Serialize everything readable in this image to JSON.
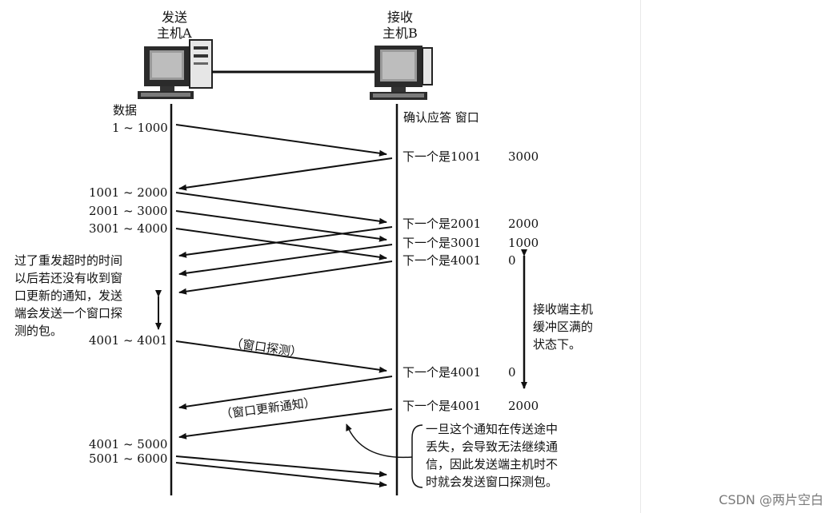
{
  "hosts": {
    "sender_l1": "发送",
    "sender_l2": "主机A",
    "receiver_l1": "接收",
    "receiver_l2": "主机B"
  },
  "left_header": "数据",
  "right_header": "确认应答 窗口",
  "segments": [
    "1 ~ 1000",
    "1001 ~ 2000",
    "2001 ~ 3000",
    "3001 ~ 4000",
    "4001 ~ 4001",
    "4001 ~ 5000",
    "5001 ~ 6000"
  ],
  "acks": [
    {
      "next": "下一个是1001",
      "window": "3000"
    },
    {
      "next": "下一个是2001",
      "window": "2000"
    },
    {
      "next": "下一个是3001",
      "window": "1000"
    },
    {
      "next": "下一个是4001",
      "window": "0"
    },
    {
      "next": "下一个是4001",
      "window": "0"
    },
    {
      "next": "下一个是4001",
      "window": "2000"
    }
  ],
  "left_note": "过了重发超时的时间\n以后若还没有收到窗\n口更新的通知，发送\n端会发送一个窗口探\n测的包。",
  "right_note": "接收端主机\n缓冲区满的\n状态下。",
  "bottom_note": "一旦这个通知在传送途中\n丢失，会导致无法继续通\n信，因此发送端主机时不\n时就会发送窗口探测包。",
  "probe_label": "（窗口探测）",
  "update_label": "（窗口更新通知）",
  "watermark": "CSDN @两片空白"
}
